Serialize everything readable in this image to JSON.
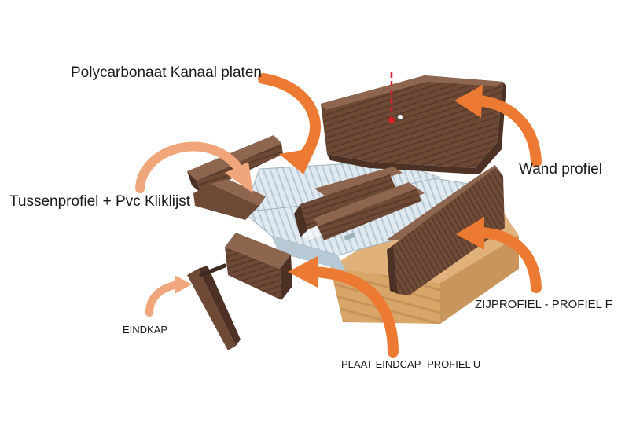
{
  "labels": {
    "polycarbonaat": "Polycarbonaat Kanaal platen",
    "tussenprofiel": "Tussenprofiel + Pvc Kliklijst",
    "wand_profiel": "Wand profiel",
    "zijprofiel": "ZIJPROFIEL - PROFIEL F",
    "plaat_eindcap": "PLAAT EINDCAP -PROFIEL U",
    "eindkap": "EINDKAP"
  },
  "colors": {
    "profile_brown": "#6e4a36",
    "profile_dark": "#4c3124",
    "profile_light": "#8e6650",
    "wood": "#d9a66a",
    "polycarbonate": "#cfe0ea",
    "arrow_strong": "#ec7a33",
    "arrow_soft": "#f1a57a",
    "marker_red": "#d3202a"
  }
}
